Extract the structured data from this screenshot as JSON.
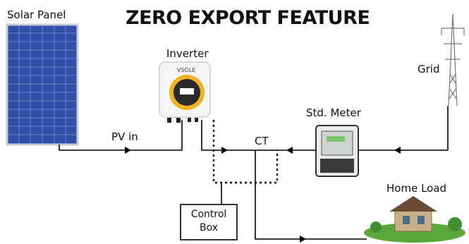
{
  "title": "ZERO EXPORT FEATURE",
  "components": {
    "solar_panel": "Solar Panel",
    "inverter": "Inverter",
    "inverter_brand": "VSOLE",
    "grid": "Grid",
    "std_meter": "Std. Meter",
    "home_load": "Home Load",
    "control_box_line1": "Control",
    "control_box_line2": "Box"
  },
  "connections": {
    "pv_in": "PV in",
    "ct": "CT"
  },
  "colors": {
    "panel_blue": "#2f4fa8",
    "inverter_yellow": "#f2b224",
    "line": "#000000"
  }
}
